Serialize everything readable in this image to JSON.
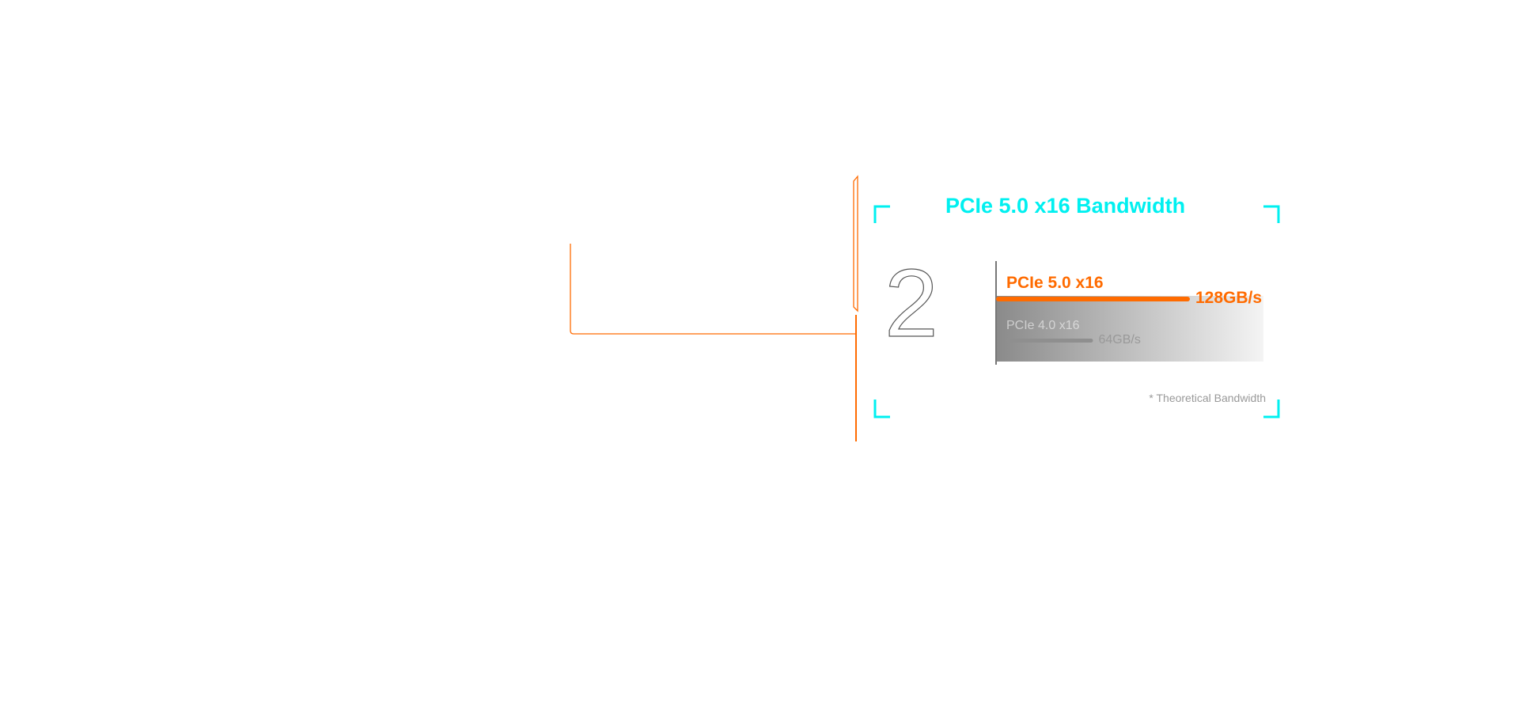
{
  "section": {
    "number": "2"
  },
  "colors": {
    "accent": "#ff6b00",
    "title": "#00f0f0",
    "muted": "#999999",
    "outline": "#555555"
  },
  "chart_data": {
    "type": "bar",
    "orientation": "horizontal",
    "title": "PCIe 5.0 x16 Bandwidth",
    "note": "* Theoretical Bandwidth",
    "series": [
      {
        "label": "PCIe 5.0 x16",
        "value": 128,
        "display": "128GB/s"
      },
      {
        "label": "PCIe 4.0 x16",
        "value": 64,
        "display": "64GB/s"
      }
    ],
    "xlim": [
      0,
      128
    ]
  }
}
